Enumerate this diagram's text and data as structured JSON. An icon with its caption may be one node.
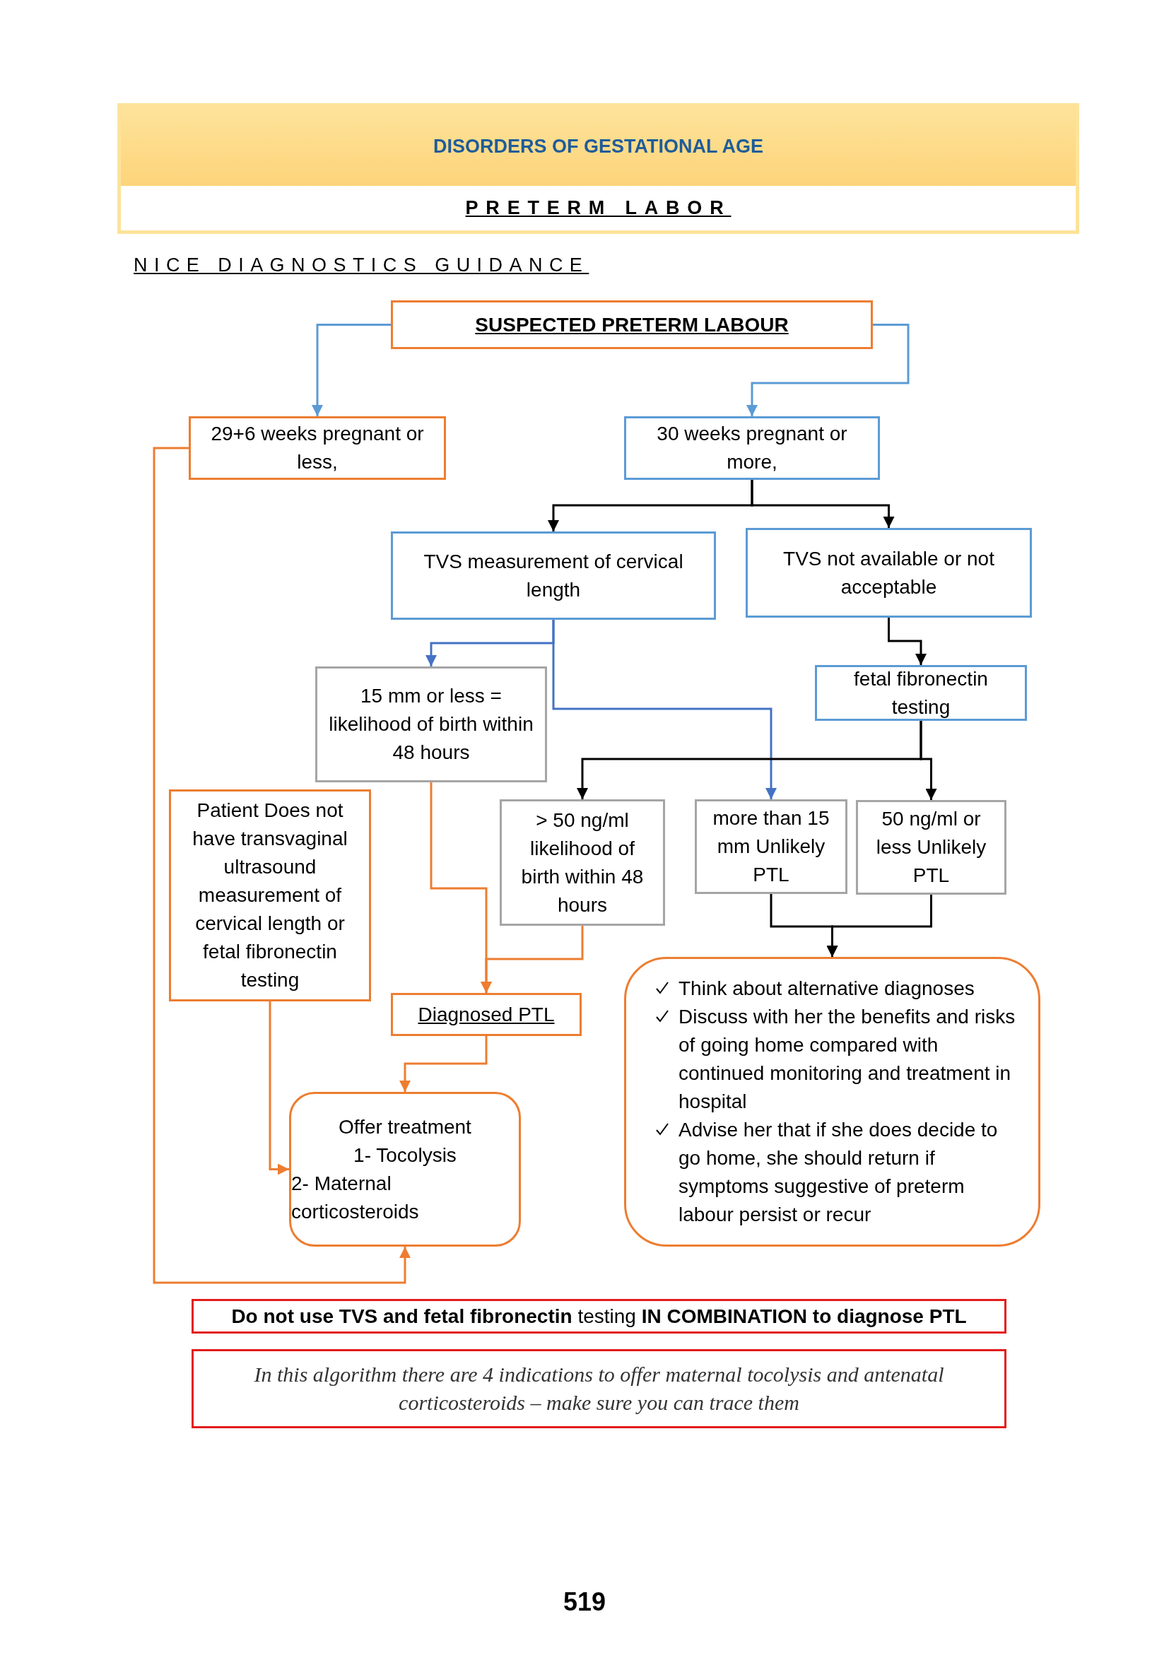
{
  "diagram": {
    "nodes": [
      {
        "text": [
          "DISORDERS OF GESTATIONAL AGE",
          "PRETERM LABOR"
        ]
      },
      {
        "text": [
          "SUSPECTED PRETERM LABOUR"
        ]
      },
      {
        "text": [
          "29+6 weeks pregnant or less,"
        ]
      },
      {
        "text": [
          "30 weeks pregnant or more,"
        ]
      },
      {
        "text": [
          "TVS measurement of cervical length"
        ]
      },
      {
        "text": [
          "TVS not available or not acceptable"
        ]
      },
      {
        "text": [
          "fetal fibronectin testing"
        ]
      },
      {
        "text": [
          "15 mm or less = likelihood of birth within 48 hours"
        ]
      },
      {
        "text": [
          "Patient Does not have transvaginal ultrasound measurement of cervical length or fetal fibronectin testing"
        ]
      },
      {
        "text": [
          "> 50 ng/ml likelihood of birth within 48 hours"
        ]
      },
      {
        "text": [
          "more than 15 mm Unlikely PTL"
        ]
      },
      {
        "text": [
          "50 ng/ml or less Unlikely PTL"
        ]
      },
      {
        "text": [
          "Diagnosed PTL"
        ]
      },
      {
        "text": [
          "Offer treatment",
          "1- Tocolysis",
          "2- Maternal corticosteroids"
        ]
      },
      {
        "text": [
          "Think about alternative diagnoses",
          "Discuss with her the benefits and risks of going home compared with continued monitoring and treatment in hospital",
          "Advise her that if she does decide to go home, she should return if symptoms suggestive of preterm labour persist or recur"
        ]
      },
      {
        "text": [
          "**Do not use TVS and fetal fibronectin** testing **IN COMBINATION to diagnose PTL**"
        ]
      },
      {
        "text": [
          "In this algorithm there are 4 indications to offer maternal tocolysis and antenatal corticosteroids – make sure you can trace them"
        ]
      }
    ],
    "edges": [
      {
        "from": 1,
        "to": 2,
        "arrow": "to",
        "color": "#5b9bd5"
      },
      {
        "from": 1,
        "to": 3,
        "arrow": "to",
        "color": "#5b9bd5"
      },
      {
        "from": 3,
        "to": 4,
        "arrow": "to"
      },
      {
        "from": 3,
        "to": 5,
        "arrow": "to"
      },
      {
        "from": 5,
        "to": 6,
        "arrow": "to"
      },
      {
        "from": 4,
        "to": 7,
        "arrow": "to",
        "color": "#4472c4"
      },
      {
        "from": 4,
        "to": 10,
        "arrow": "to",
        "color": "#4472c4"
      },
      {
        "from": 6,
        "to": 9,
        "arrow": "to"
      },
      {
        "from": 6,
        "to": 11,
        "arrow": "to"
      },
      {
        "from": 7,
        "to": 12,
        "arrow": "to",
        "color": "#ed7d31"
      },
      {
        "from": 9,
        "to": 12,
        "arrow": "to",
        "color": "#ed7d31"
      },
      {
        "from": 10,
        "to": 14,
        "arrow": "to"
      },
      {
        "from": 11,
        "to": 14,
        "arrow": "to"
      },
      {
        "from": 12,
        "to": 13,
        "arrow": "to",
        "color": "#ed7d31"
      },
      {
        "from": 8,
        "to": 13,
        "arrow": "to",
        "color": "#ed7d31"
      },
      {
        "from": 2,
        "to": 13,
        "arrow": "to",
        "color": "#ed7d31"
      }
    ],
    "labels": [
      "NICE DIAGNOSTICS GUIDANCE",
      "519"
    ]
  }
}
